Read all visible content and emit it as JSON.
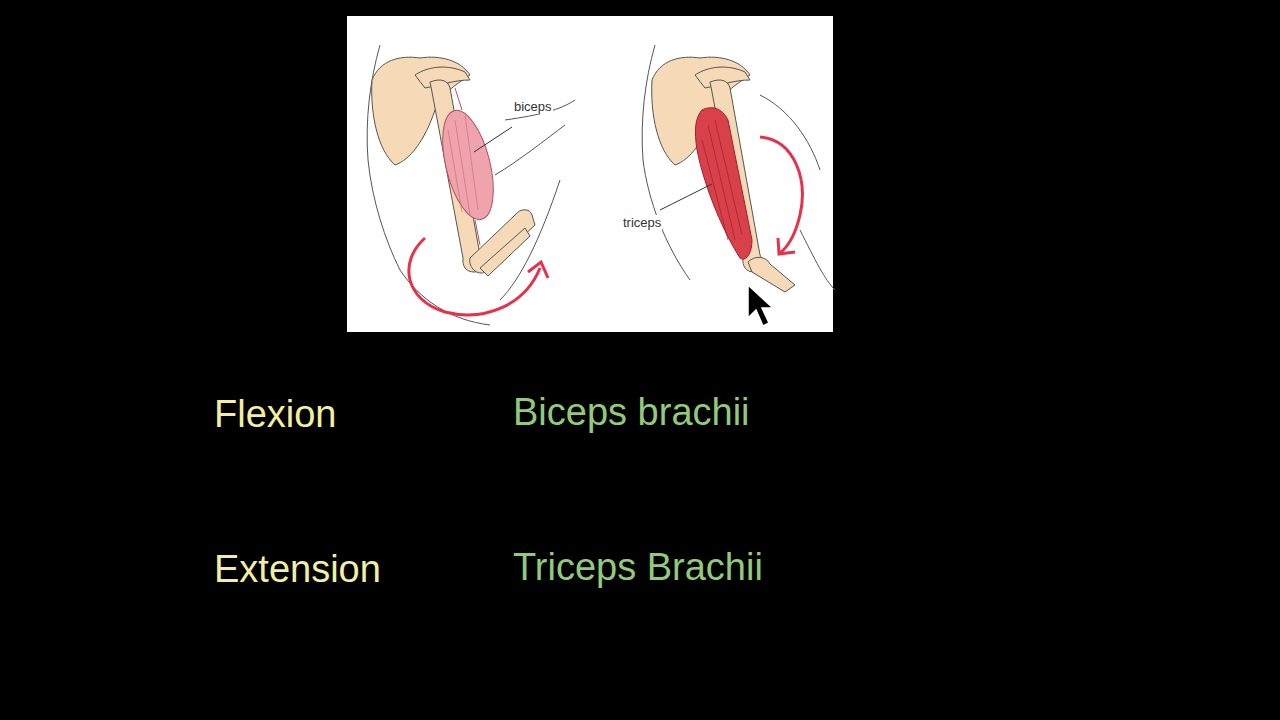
{
  "diagram": {
    "labels": [
      "biceps",
      "triceps",
      "Flexion",
      "Biceps brachii",
      "Extension",
      "Triceps Brachii"
    ]
  }
}
